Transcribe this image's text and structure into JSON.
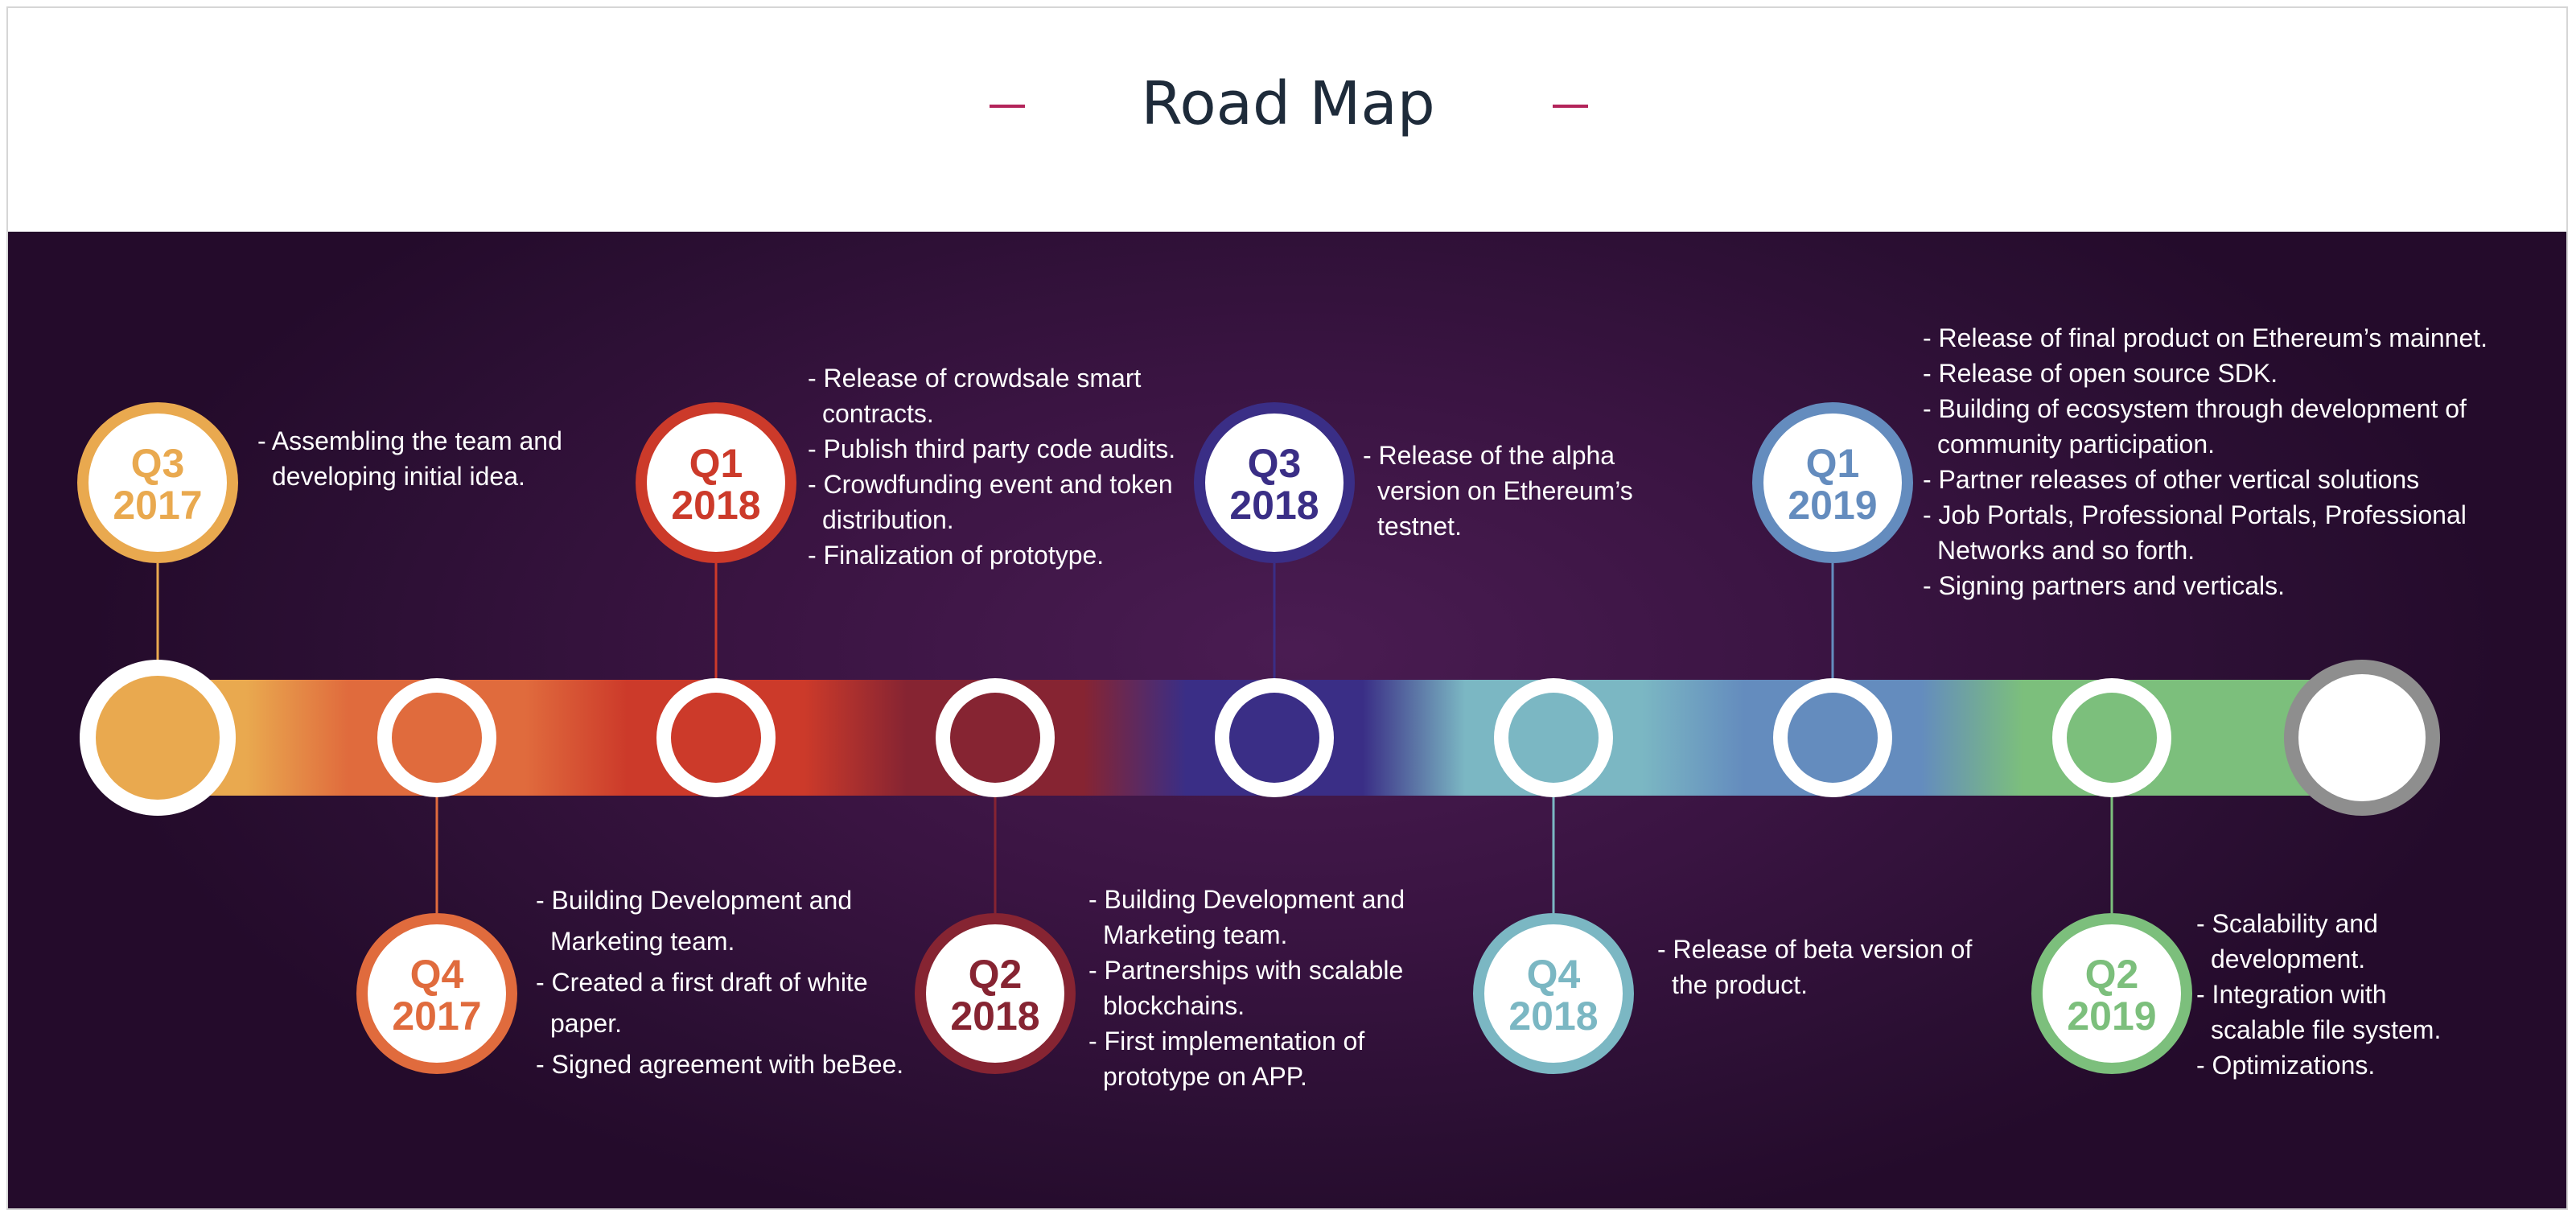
{
  "title": "Road Map",
  "colors": {
    "title_dash": "#b3245a",
    "background": "#2e0f36"
  },
  "milestones": [
    {
      "quarter": "Q3",
      "year": "2017",
      "color": "#e9a94f",
      "position": "above",
      "notes": [
        "Assembling the team and developing initial idea."
      ]
    },
    {
      "quarter": "Q4",
      "year": "2017",
      "color": "#e06b3d",
      "position": "below",
      "notes": [
        "Building Development and Marketing team.",
        "Created a first draft of white paper.",
        "Signed agreement with beBee."
      ]
    },
    {
      "quarter": "Q1",
      "year": "2018",
      "color": "#cc3a2a",
      "position": "above",
      "notes": [
        "Release of crowdsale smart contracts.",
        "Publish third party code audits.",
        "Crowdfunding event  and token distribution.",
        "Finalization of prototype."
      ]
    },
    {
      "quarter": "Q2",
      "year": "2018",
      "color": "#862432",
      "position": "below",
      "notes": [
        "Building Development and Marketing team.",
        "Partnerships with scalable blockchains.",
        "First implementation of prototype on APP."
      ]
    },
    {
      "quarter": "Q3",
      "year": "2018",
      "color": "#3a2e86",
      "position": "above",
      "notes": [
        "Release of the alpha version on Ethereum’s testnet."
      ]
    },
    {
      "quarter": "Q4",
      "year": "2018",
      "color": "#7bb7c3",
      "position": "below",
      "notes": [
        "Release of beta version of the product."
      ]
    },
    {
      "quarter": "Q1",
      "year": "2019",
      "color": "#648cbe",
      "position": "above",
      "notes": [
        "Release of final  product on Ethereum’s mainnet.",
        "Release of open  source SDK.",
        "Building of ecosystem through development of community participation.",
        "Partner releases of other vertical solutions",
        "Job  Portals, Professional Portals, Professional Networks and so forth.",
        "Signing partners and verticals."
      ]
    },
    {
      "quarter": "Q2",
      "year": "2019",
      "color": "#7cbf7c",
      "position": "below",
      "notes": [
        "Scalability and development.",
        "Integration with scalable file system.",
        "Optimizations."
      ]
    }
  ],
  "end_node_color": "#8e8e8e"
}
